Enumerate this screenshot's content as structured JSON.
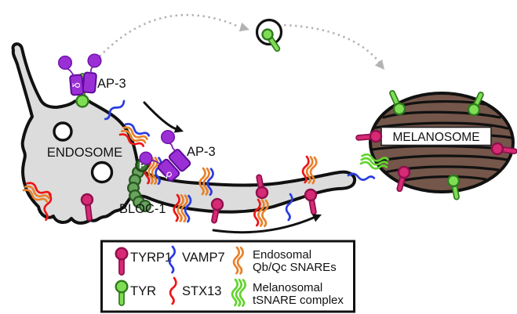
{
  "diagram": {
    "endosome_label": "ENDOSOME",
    "melanosome_label": "MELANOSOME",
    "ap3_label": "AP-3",
    "ap3_delta_subunit": "δ",
    "bloc1_label": "BLOC-1",
    "bloc1_phospho_subunit": "P"
  },
  "legend": {
    "items": [
      {
        "id": "tyrp1",
        "icon": "tyrp1-pin",
        "label": "TYRP1",
        "color": "#d62a74"
      },
      {
        "id": "vamp7",
        "icon": "vamp7-squiggle",
        "label": "VAMP7",
        "color": "#2a3ce0"
      },
      {
        "id": "endosomal_qbqc_snares",
        "icon": "endosomal-qbqc-snares-squiggles",
        "label_line1": "Endosomal",
        "label_line2": "Qb/Qc SNAREs",
        "color": "#e8822c"
      },
      {
        "id": "tyr",
        "icon": "tyr-pin",
        "label": "TYR",
        "color": "#7fdd55"
      },
      {
        "id": "stx13",
        "icon": "stx13-squiggle",
        "label": "STX13",
        "color": "#ee1515"
      },
      {
        "id": "melanosomal_tsnare",
        "icon": "melanosomal-tsnare-squiggles",
        "label_line1": "Melanosomal",
        "label_line2": "tSNARE complex",
        "color": "#62d42e"
      }
    ]
  },
  "colors": {
    "ap3_purple": "#9b2fd6",
    "bloc1_green": "#69a45f",
    "membrane_gray": "#dcdcdc",
    "melanosome_brown": "#74564a",
    "tyrp1_magenta": "#d62a74",
    "tyr_green": "#7fdd55",
    "vamp7_blue": "#2a3ce0",
    "stx13_red": "#ee1515",
    "qbqc_orange": "#e8822c",
    "tsnare_green": "#62d42e",
    "dotted_arrow_gray": "#b3b3b3"
  }
}
